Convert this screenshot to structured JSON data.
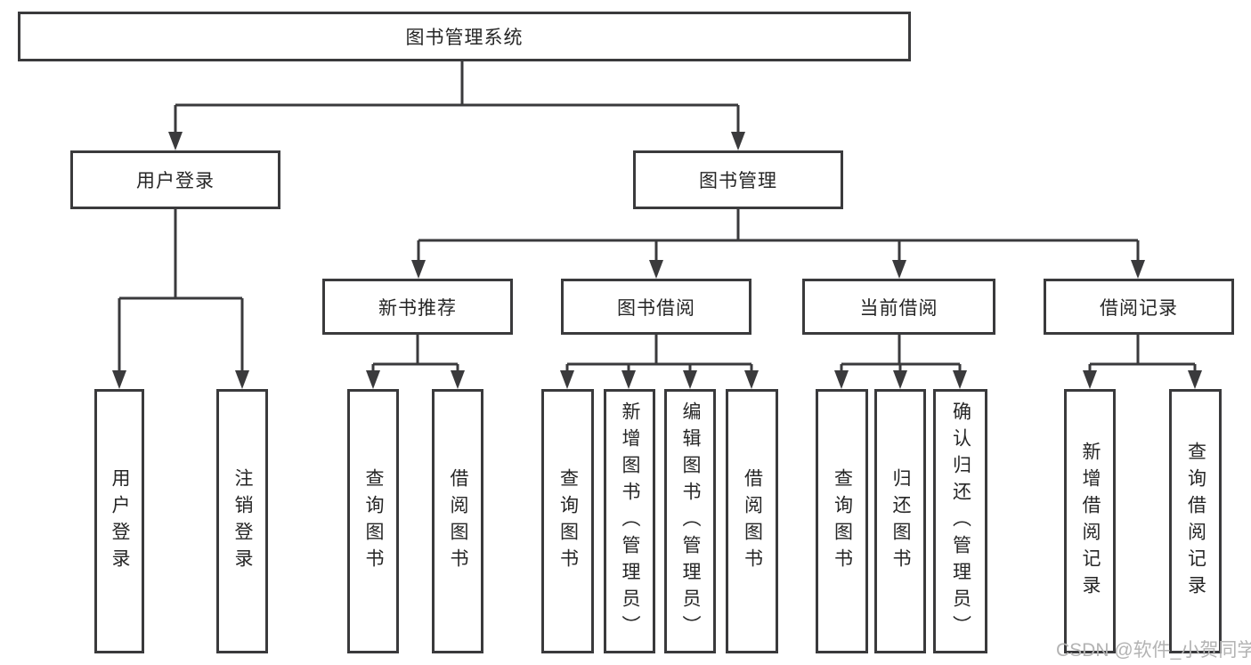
{
  "root": {
    "label": "图书管理系统"
  },
  "branches": [
    {
      "label": "用户登录",
      "children": [
        {
          "label": "用户登录"
        },
        {
          "label": "注销登录"
        }
      ]
    },
    {
      "label": "图书管理",
      "children": [
        {
          "label": "新书推荐",
          "children": [
            {
              "label": "查询图书"
            },
            {
              "label": "借阅图书"
            }
          ]
        },
        {
          "label": "图书借阅",
          "children": [
            {
              "label": "查询图书"
            },
            {
              "label": "新增图书（管理员）"
            },
            {
              "label": "编辑图书（管理员）"
            },
            {
              "label": "借阅图书"
            }
          ]
        },
        {
          "label": "当前借阅",
          "children": [
            {
              "label": "查询图书"
            },
            {
              "label": "归还图书"
            },
            {
              "label": "确认归还（管理员）"
            }
          ]
        },
        {
          "label": "借阅记录",
          "children": [
            {
              "label": "新增借阅记录"
            },
            {
              "label": "查询借阅记录"
            }
          ]
        }
      ]
    }
  ],
  "watermark": {
    "text": "CSDN @软件_小贺同学"
  },
  "colors": {
    "line": "#3a3a3c",
    "text": "#262626",
    "watermark": "#b3b3b3",
    "background": "#ffffff"
  }
}
